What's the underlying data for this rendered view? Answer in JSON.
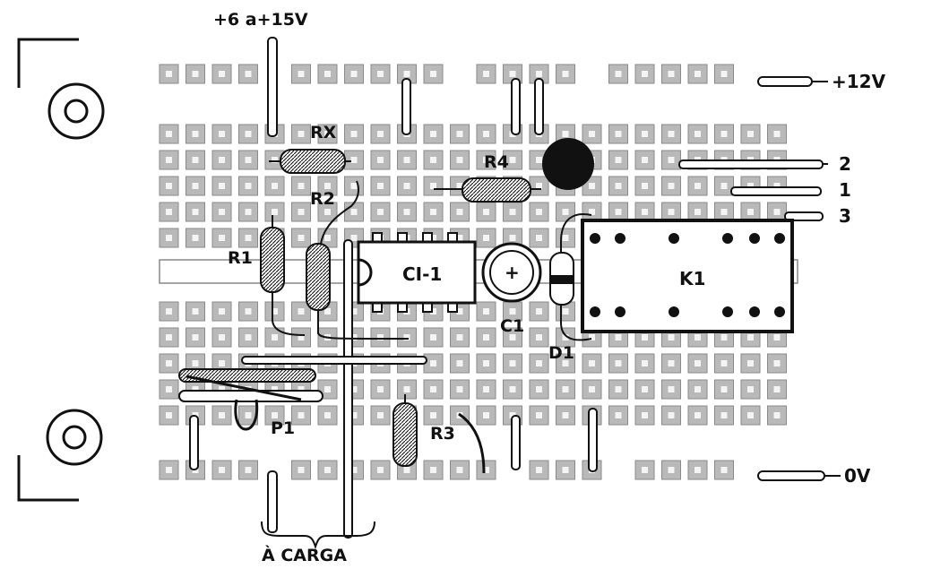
{
  "labels": {
    "supply_in": "+6 a+15V",
    "v12": "+12V",
    "t2": "2",
    "t1": "1",
    "t3": "3",
    "ov": "0V",
    "rx": "RX",
    "r4": "R4",
    "r2": "R2",
    "r1": "R1",
    "ci1": "CI-1",
    "k1": "K1",
    "c1": "C1",
    "c1_polarity": "+",
    "d1": "D1",
    "p1": "P1",
    "r3": "R3",
    "load": "À CARGA"
  },
  "colors": {
    "ink": "#111111",
    "pad": "#b9b9b9",
    "pad_hole": "#f4f4f4",
    "paper": "#ffffff"
  }
}
